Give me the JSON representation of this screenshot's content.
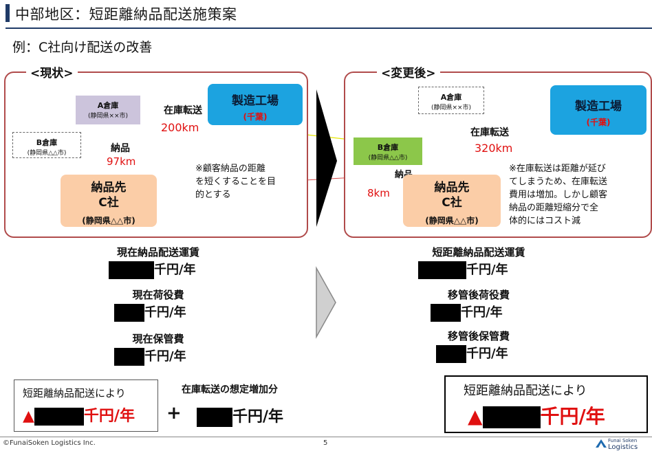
{
  "header": {
    "title": "中部地区：短距離納品配送施策案",
    "subtitle": "例：C社向け配送の改善"
  },
  "current": {
    "label": "<現状>",
    "a_wh": {
      "name": "A倉庫",
      "loc": "(静岡県××市)"
    },
    "b_wh": {
      "name": "B倉庫",
      "loc": "(静岡県△△市)"
    },
    "factory": {
      "name": "製造工場",
      "loc": "(千葉)"
    },
    "transfer": "在庫転送",
    "transfer_dist": "200km",
    "delivery": "納品",
    "delivery_dist": "97km",
    "dest": {
      "line1": "納品先",
      "line2": "C社",
      "loc": "(静岡県△△市)"
    },
    "note": [
      "※顧客納品の距離",
      "を短くすることを目",
      "的とする"
    ]
  },
  "after": {
    "label": "<変更後>",
    "a_wh": {
      "name": "A倉庫",
      "loc": "(静岡県××市)"
    },
    "b_wh": {
      "name": "B倉庫",
      "loc": "(静岡県△△市)"
    },
    "factory": {
      "name": "製造工場",
      "loc": "(千葉)"
    },
    "transfer": "在庫転送",
    "transfer_dist": "320km",
    "delivery": "納品",
    "delivery_dist": "8km",
    "dest": {
      "line1": "納品先",
      "line2": "C社",
      "loc": "(静岡県△△市)"
    },
    "note": [
      "※在庫転送は距離が延び",
      "てしまうため、在庫転送",
      "費用は増加。しかし顧客",
      "納品の距離短縮分で全",
      "体的にはコスト減"
    ]
  },
  "costs_left": [
    {
      "label": "現在納品配送運賃",
      "unit": "千円/年"
    },
    {
      "label": "現在荷役費",
      "unit": "千円/年"
    },
    {
      "label": "現在保管費",
      "unit": "千円/年"
    }
  ],
  "costs_right": [
    {
      "label": "短距離納品配送運賃",
      "unit": "千円/年"
    },
    {
      "label": "移管後荷役費",
      "unit": "千円/年"
    },
    {
      "label": "移管後保管費",
      "unit": "千円/年"
    }
  ],
  "bottom": {
    "left_title": "短距離納品配送により",
    "triangle": "▲",
    "unit": "千円/年",
    "plus": "+",
    "increase_label": "在庫転送の想定増加分",
    "increase_unit": "千円/年",
    "right_title": "短距離納品配送により",
    "right_triangle": "▲",
    "right_unit": "千円/年"
  },
  "footer": {
    "copyright": "©FunaiSoken Logistics Inc.",
    "page": "5",
    "logo_line1": "Funai Soken",
    "logo_line2": "Logistics"
  }
}
